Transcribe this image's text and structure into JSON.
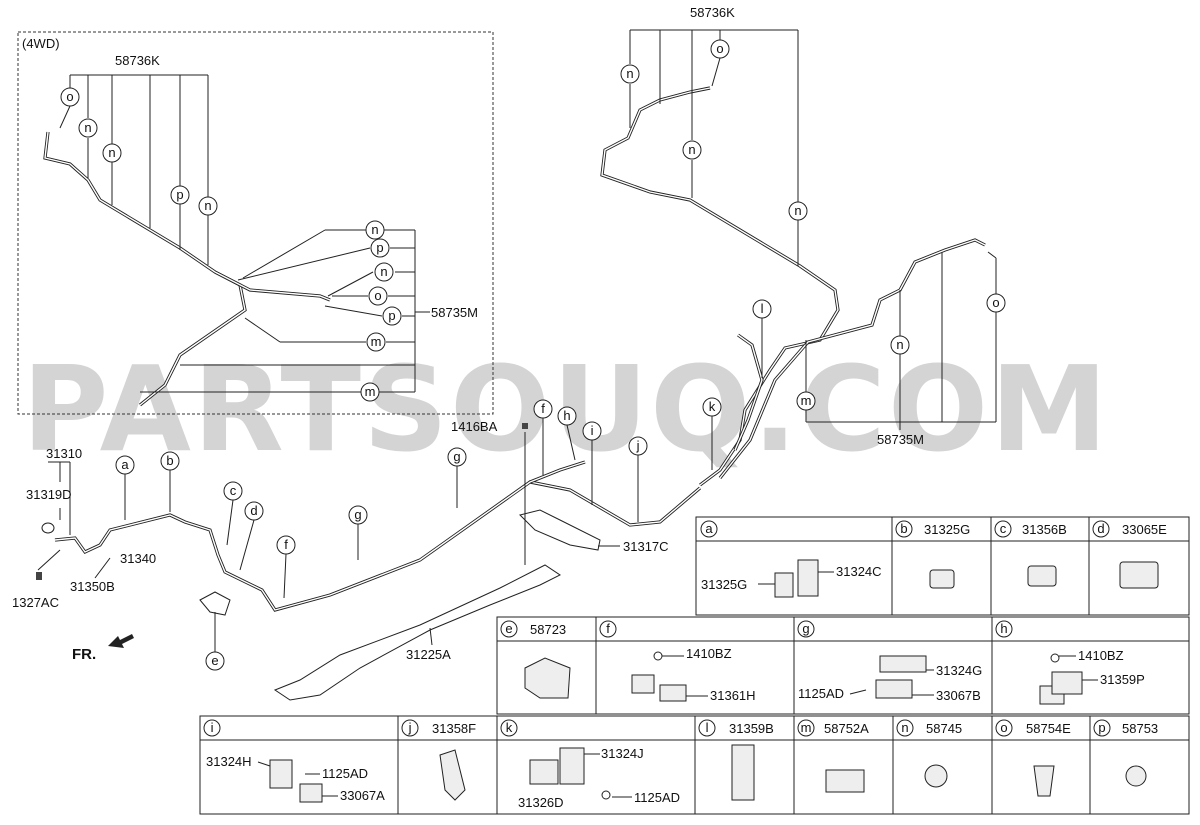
{
  "watermark": "PARTSOUQ.COM",
  "inset_label": "(4WD)",
  "front_label": "FR.",
  "labels": {
    "l_58736K_inset": "58736K",
    "l_58736K_top": "58736K",
    "l_58735M_inset": "58735M",
    "l_58735M_main": "58735M",
    "l_1416BA": "1416BA",
    "l_31310": "31310",
    "l_31319D": "31319D",
    "l_31340": "31340",
    "l_31350B": "31350B",
    "l_1327AC": "1327AC",
    "l_31317C": "31317C",
    "l_31225A": "31225A"
  },
  "callouts": [
    {
      "letter": "o"
    },
    {
      "letter": "n"
    },
    {
      "letter": "n"
    },
    {
      "letter": "p"
    },
    {
      "letter": "n"
    },
    {
      "letter": "n"
    },
    {
      "letter": "p"
    },
    {
      "letter": "n"
    },
    {
      "letter": "o"
    },
    {
      "letter": "p"
    },
    {
      "letter": "m"
    },
    {
      "letter": "m"
    },
    {
      "letter": "n"
    },
    {
      "letter": "o"
    },
    {
      "letter": "n"
    },
    {
      "letter": "n"
    },
    {
      "letter": "o"
    },
    {
      "letter": "l"
    },
    {
      "letter": "n"
    },
    {
      "letter": "m"
    },
    {
      "letter": "a"
    },
    {
      "letter": "b"
    },
    {
      "letter": "c"
    },
    {
      "letter": "d"
    },
    {
      "letter": "e"
    },
    {
      "letter": "f"
    },
    {
      "letter": "g"
    },
    {
      "letter": "f"
    },
    {
      "letter": "h"
    },
    {
      "letter": "i"
    },
    {
      "letter": "j"
    },
    {
      "letter": "k"
    },
    {
      "letter": "g"
    }
  ],
  "table": [
    {
      "letter": "a",
      "part": "",
      "sub": [
        "31325G",
        "31324C"
      ]
    },
    {
      "letter": "b",
      "part": "31325G"
    },
    {
      "letter": "c",
      "part": "31356B"
    },
    {
      "letter": "d",
      "part": "33065E"
    },
    {
      "letter": "e",
      "part": "58723"
    },
    {
      "letter": "f",
      "part": "",
      "sub": [
        "1410BZ",
        "31361H"
      ]
    },
    {
      "letter": "g",
      "part": "",
      "sub": [
        "31324G",
        "1125AD",
        "33067B"
      ]
    },
    {
      "letter": "h",
      "part": "",
      "sub": [
        "1410BZ",
        "31359P"
      ]
    },
    {
      "letter": "i",
      "part": "",
      "sub": [
        "31324H",
        "1125AD",
        "33067A"
      ]
    },
    {
      "letter": "j",
      "part": "31358F"
    },
    {
      "letter": "k",
      "part": "",
      "sub": [
        "31324J",
        "31326D",
        "1125AD"
      ]
    },
    {
      "letter": "l",
      "part": "31359B"
    },
    {
      "letter": "m",
      "part": "58752A"
    },
    {
      "letter": "n",
      "part": "58745"
    },
    {
      "letter": "o",
      "part": "58754E"
    },
    {
      "letter": "p",
      "part": "58753"
    }
  ]
}
